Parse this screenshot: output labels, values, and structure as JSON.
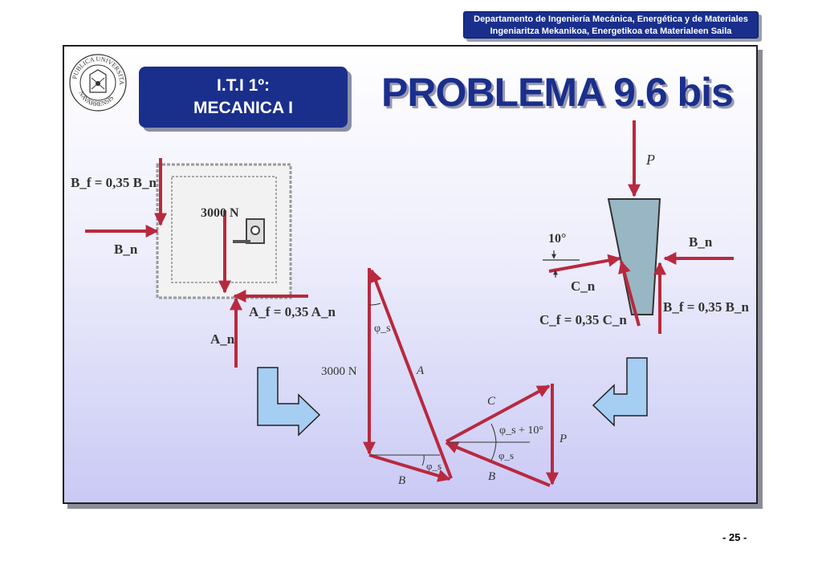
{
  "header": {
    "line1": "Departamento de Ingeniería Mecánica, Energética y de Materiales",
    "line2": "Ingeniaritza  Mekanikoa, Energetikoa eta Materialeen Saila"
  },
  "seal": {
    "top_text": "PUBLICA UNIVERSITAS",
    "bottom_text": "NAVARRENSIS"
  },
  "course": {
    "line1": "I.T.I 1º:",
    "line2": "MECANICA I"
  },
  "title": "PROBLEMA 9.6 bis",
  "block_figure": {
    "bf_label": "B_f = 0,35 B_n",
    "load_label": "3000 N",
    "bn_label": "B_n",
    "af_label": "A_f = 0,35 A_n",
    "an_label": "A_n"
  },
  "wedge_figure": {
    "p_label": "P",
    "angle_label": "10°",
    "bn_label": "B_n",
    "cn_label": "C_n",
    "cf_label": "C_f = 0,35 C_n",
    "bf_label": "B_f = 0,35 B_n"
  },
  "triangle_left": {
    "phi_top": "φ_s",
    "side_load": "3000 N",
    "side_a": "A",
    "side_b": "B",
    "phi_bottom": "φ_s"
  },
  "triangle_right": {
    "side_c": "C",
    "angle_top": "φ_s + 10°",
    "side_p": "P",
    "angle_bottom": "φ_s",
    "side_b": "B"
  },
  "page_number": "- 25 -",
  "colors": {
    "navy": "#1a2f8c",
    "force_red": "#b8293f",
    "light_arrow": "#a6cdf2",
    "wedge_fill": "#99b6c4"
  }
}
